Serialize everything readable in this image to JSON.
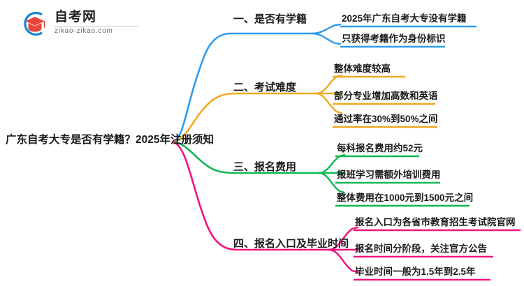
{
  "logo": {
    "name_cn": "自考网",
    "name_en": "zikao-zikao.com",
    "mark_icon": "graduation-cap-logo-icon",
    "ring_color": "#1a86d0",
    "cap_color": "#e8453c"
  },
  "mindmap": {
    "type": "mindmap",
    "root": {
      "label": "广东自考大专是否有学籍？2025年注册须知"
    },
    "branches": [
      {
        "label": "一、是否有学籍",
        "color": "#2e9bf0",
        "children": [
          "2025年广东自考大专没有学籍",
          "只获得考籍作为身份标识"
        ]
      },
      {
        "label": "二、考试难度",
        "color": "#efa920",
        "children": [
          "整体难度较高",
          "部分专业增加高数和英语",
          "通过率在30%到50%之间"
        ]
      },
      {
        "label": "三、报名费用",
        "color": "#0fb855",
        "children": [
          "每科报名费用约52元",
          "报班学习需额外培训费用",
          "整体费用在1000元到1500元之间"
        ]
      },
      {
        "label": "四、报名入口及毕业时间",
        "color": "#f3137e",
        "children": [
          "报名入口为各省市教育招生考试院官网",
          "报名时间分阶段，关注官方公告",
          "毕业时间一般为1.5年到2.5年"
        ]
      }
    ]
  }
}
